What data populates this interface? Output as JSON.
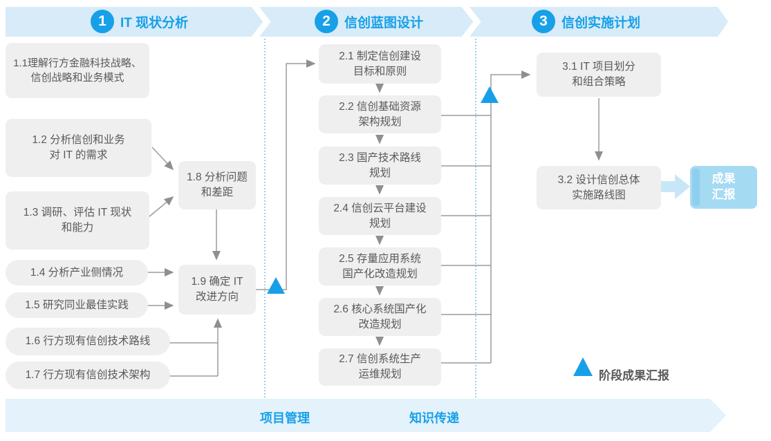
{
  "header": {
    "phases": [
      {
        "number": "1",
        "label": "IT 现状分析"
      },
      {
        "number": "2",
        "label": "信创蓝图设计"
      },
      {
        "number": "3",
        "label": "信创实施计划"
      }
    ]
  },
  "boxes": {
    "b11": {
      "l1": "1.1理解行方金融科技战略、",
      "l2": "信创战略和业务模式"
    },
    "b12": {
      "l1": "1.2 分析信创和业务",
      "l2": "对 IT 的需求"
    },
    "b13": {
      "l1": "1.3 调研、评估 IT 现状",
      "l2": "和能力"
    },
    "b14": {
      "l1": "1.4 分析产业侧情况"
    },
    "b15": {
      "l1": "1.5 研究同业最佳实践"
    },
    "b16": {
      "l1": "1.6 行方现有信创技术路线"
    },
    "b17": {
      "l1": "1.7 行方现有信创技术架构"
    },
    "b18": {
      "l1": "1.8 分析问题",
      "l2": "和差距"
    },
    "b19": {
      "l1": "1.9 确定 IT",
      "l2": "改进方向"
    },
    "b21": {
      "l1": "2.1 制定信创建设",
      "l2": "目标和原则"
    },
    "b22": {
      "l1": "2.2 信创基础资源",
      "l2": "架构规划"
    },
    "b23": {
      "l1": "2.3 国产技术路线",
      "l2": "规划"
    },
    "b24": {
      "l1": "2.4 信创云平台建设",
      "l2": "规划"
    },
    "b25": {
      "l1": "2.5 存量应用系统",
      "l2": "国产化改造规划"
    },
    "b26": {
      "l1": "2.6 核心系统国产化",
      "l2": "改造规划"
    },
    "b27": {
      "l1": "2.7 信创系统生产",
      "l2": "运维规划"
    },
    "b31": {
      "l1": "3.1 IT 项目划分",
      "l2": "和组合策略"
    },
    "b32": {
      "l1": "3.2 设计信创总体",
      "l2": "实施路线图"
    }
  },
  "result": {
    "l1": "成果",
    "l2": "汇报"
  },
  "legend": {
    "label": "阶段成果汇报"
  },
  "footer": {
    "labels": [
      "项目管理",
      "知识传递"
    ]
  },
  "colors": {
    "accent_blue": "#17a0e8",
    "band_blue": "#d7ebf8",
    "footer_band_blue": "#e3f2fb",
    "box_gray": "#efefef",
    "text_gray": "#58595b",
    "line_gray": "#9b9b9b",
    "dotted_line_blue": "#2ba5e5",
    "result_box_blue": "#a5daf3",
    "result_strip_blue": "#8fcfee",
    "flow_arrow_blue": "#c7e7f8"
  }
}
